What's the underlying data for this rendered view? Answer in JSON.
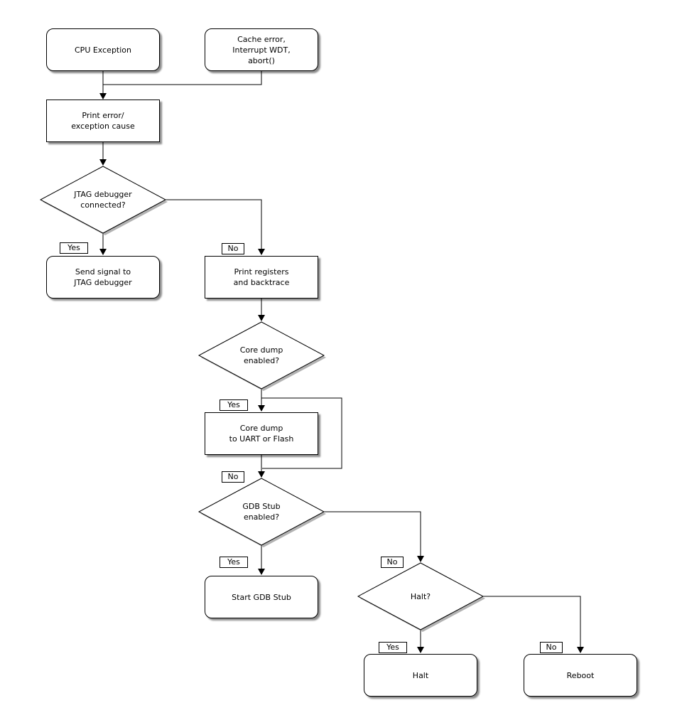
{
  "diagram": {
    "type": "flowchart",
    "colors": {
      "background": "#ffffff",
      "line": "#000000",
      "node_fill": "#ffffff",
      "node_border": "#000000",
      "shadow": "#999999"
    },
    "nodes": {
      "cpu_exception": {
        "shape": "rounded-rect",
        "lines": [
          "CPU Exception"
        ]
      },
      "cache_error": {
        "shape": "rounded-rect",
        "lines": [
          "Cache error,",
          "Interrupt WDT,",
          "abort()"
        ]
      },
      "print_error": {
        "shape": "rect",
        "lines": [
          "Print error/",
          "exception cause"
        ]
      },
      "jtag_connected": {
        "shape": "diamond",
        "lines": [
          "JTAG debugger",
          "connected?"
        ]
      },
      "send_signal": {
        "shape": "rounded-rect",
        "lines": [
          "Send signal to",
          "JTAG debugger"
        ]
      },
      "print_registers": {
        "shape": "rect",
        "lines": [
          "Print registers",
          "and backtrace"
        ]
      },
      "core_dump_enabled": {
        "shape": "diamond",
        "lines": [
          "Core dump",
          "enabled?"
        ]
      },
      "core_dump": {
        "shape": "rect",
        "lines": [
          "Core dump",
          "to UART or Flash"
        ]
      },
      "gdb_stub_enabled": {
        "shape": "diamond",
        "lines": [
          "GDB Stub",
          "enabled?"
        ]
      },
      "start_gdb_stub": {
        "shape": "rounded-rect",
        "lines": [
          "Start GDB Stub"
        ]
      },
      "halt_question": {
        "shape": "diamond",
        "lines": [
          "Halt?"
        ]
      },
      "halt": {
        "shape": "rounded-rect",
        "lines": [
          "Halt"
        ]
      },
      "reboot": {
        "shape": "rounded-rect",
        "lines": [
          "Reboot"
        ]
      }
    },
    "edge_labels": {
      "jtag_yes": "Yes",
      "jtag_no": "No",
      "core_dump_yes": "Yes",
      "core_dump_no": "No",
      "gdb_yes": "Yes",
      "gdb_no": "No",
      "halt_yes": "Yes",
      "halt_no": "No"
    }
  }
}
